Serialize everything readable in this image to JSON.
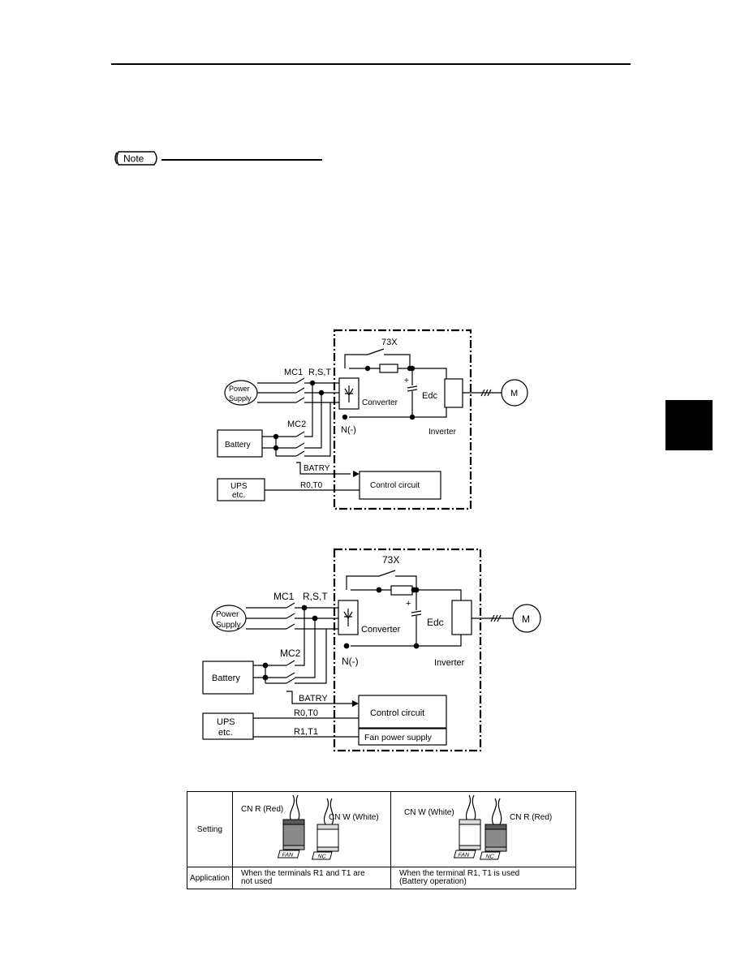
{
  "note": {
    "label": "Note"
  },
  "diagram1": {
    "contactor_73x": "73X",
    "mc1": "MC1",
    "rst": "R,S,T",
    "power_supply_line1": "Power",
    "power_supply_line2": "Supply",
    "converter": "Converter",
    "plus": "+",
    "edc": "Edc",
    "motor": "M",
    "mc2": "MC2",
    "n_minus": "N(-)",
    "inverter": "Inverter",
    "battery": "Battery",
    "batry": "BATRY",
    "ups_line1": "UPS",
    "ups_line2": "etc.",
    "r0t0": "R0,T0",
    "control_circuit": "Control circuit"
  },
  "diagram2": {
    "contactor_73x": "73X",
    "mc1": "MC1",
    "rst": "R,S,T",
    "power_supply_line1": "Power",
    "power_supply_line2": "Supply",
    "converter": "Converter",
    "plus": "+",
    "edc": "Edc",
    "motor": "M",
    "mc2": "MC2",
    "n_minus": "N(-)",
    "inverter": "Inverter",
    "battery": "Battery",
    "batry": "BATRY",
    "ups_line1": "UPS",
    "ups_line2": "etc.",
    "r0t0": "R0,T0",
    "r1t1": "R1,T1",
    "control_circuit": "Control circuit",
    "fan_power_supply": "Fan power supply"
  },
  "table": {
    "setting_label": "Setting",
    "application_label": "Application",
    "col1": {
      "left_connector": "CN R (Red)",
      "right_connector": "CN W (White)",
      "left_tag": "FAN",
      "right_tag": "NC",
      "application_line1": "When the terminals R1 and T1 are",
      "application_line2": "not used"
    },
    "col2": {
      "left_connector": "CN W (White)",
      "right_connector": "CN R (Red)",
      "left_tag": "FAN",
      "right_tag": "NC",
      "application_line1": "When the terminal R1, T1 is used",
      "application_line2": "(Battery operation)"
    },
    "colors": {
      "red_connector": "#8a8a8a",
      "white_connector": "#ffffff"
    }
  }
}
